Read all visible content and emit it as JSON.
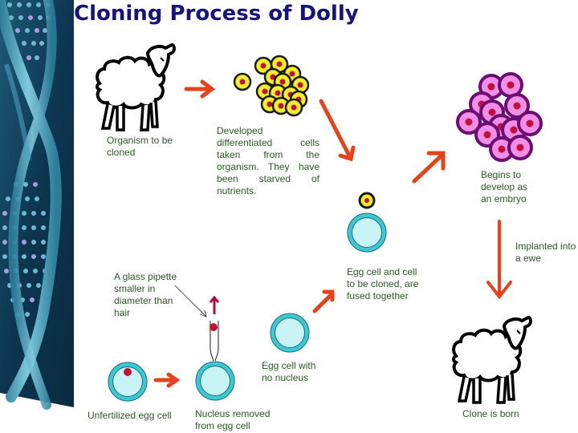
{
  "title": "Cloning Process of Dolly",
  "colors": {
    "title": "#14147a",
    "label_text": "#2a5a22",
    "arrow": "#e8421b",
    "egg_ring": "#3cc9d6",
    "egg_fill": "#c9f4f6",
    "donor_cell_fill": "#f2ee2a",
    "nucleus": "#c2103a",
    "embryo_cell_outer": "#6b0d72",
    "embryo_cell_fill": "#f28ee6",
    "dna_background": "#0d3550"
  },
  "steps": [
    {
      "id": "organism",
      "label": "Organism to be cloned",
      "icon": "sheep-icon"
    },
    {
      "id": "differentiated-cells",
      "label": "Developed differentiated cells taken from the organism. They have been starved of nutrients.",
      "icon": "donor-cells-icon"
    },
    {
      "id": "fused",
      "label": "Egg cell and cell to be cloned, are fused together",
      "icon": "fused-cell-icon"
    },
    {
      "id": "embryo",
      "label": "Begins to develop as an embryo",
      "icon": "embryo-icon"
    },
    {
      "id": "implanted",
      "label": "Implanted into a ewe",
      "icon": "arrow-down-icon"
    },
    {
      "id": "clone",
      "label": "Clone is born",
      "icon": "sheep-icon"
    },
    {
      "id": "unfertilized",
      "label": "Unfertilized egg cell",
      "icon": "egg-cell-icon"
    },
    {
      "id": "pipette",
      "label": "A glass pipette smaller in diameter than hair",
      "icon": "pipette-icon"
    },
    {
      "id": "nucleus-removed",
      "label": "Nucleus removed from egg cell",
      "icon": "egg-cell-icon"
    },
    {
      "id": "no-nucleus",
      "label": "Egg cell with no nucleus",
      "icon": "egg-cell-icon"
    }
  ]
}
